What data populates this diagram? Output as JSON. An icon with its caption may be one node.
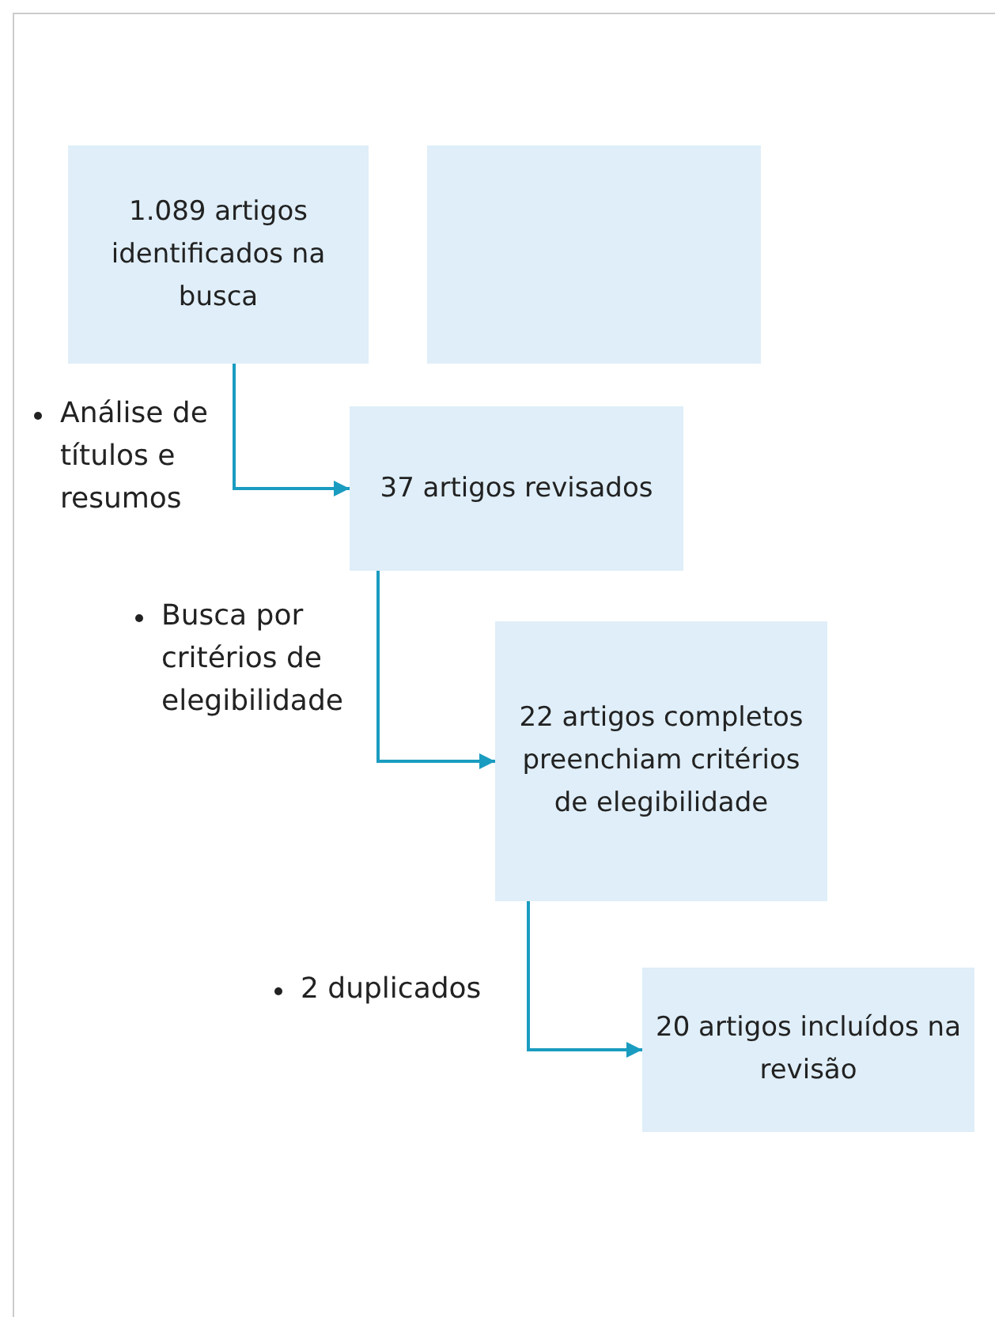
{
  "diagram": {
    "nodes": [
      {
        "text": [
          "1.089 artigos identificados na busca"
        ]
      },
      {
        "text": [],
        "shape": "box"
      },
      {
        "text": [
          "37 artigos revisados"
        ]
      },
      {
        "text": [
          "22 artigos completos preenchiam critérios de elegibilidade"
        ]
      },
      {
        "text": [
          "20 artigos incluídos na revisão"
        ]
      }
    ],
    "edges": [
      {
        "from": 0,
        "to": 2,
        "arrow": "to"
      },
      {
        "from": 2,
        "to": 3,
        "arrow": "to"
      },
      {
        "from": 3,
        "to": 4,
        "arrow": "to"
      }
    ],
    "labels": [
      "Análise de títulos e resumos",
      "Busca por critérios de elegibilidade",
      "2 duplicados"
    ]
  }
}
